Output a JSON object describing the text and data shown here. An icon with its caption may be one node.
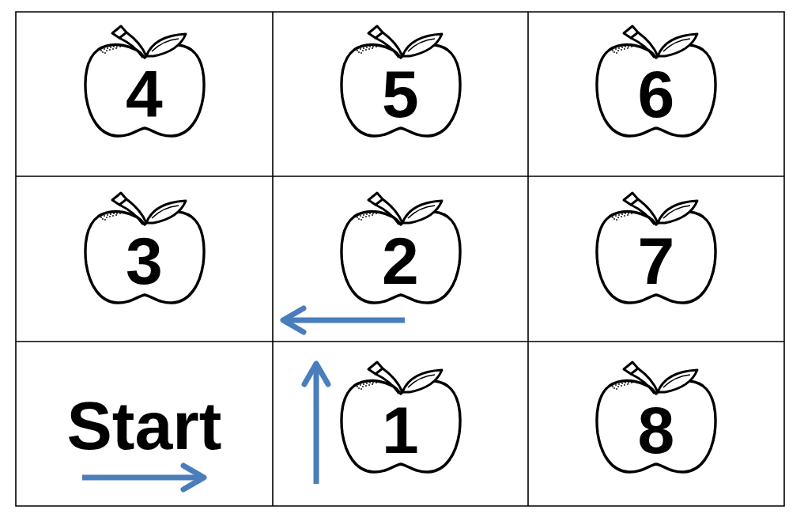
{
  "diagram": {
    "nodes": [
      {
        "text": [
          "4"
        ]
      },
      {
        "text": [
          "5"
        ]
      },
      {
        "text": [
          "6"
        ]
      },
      {
        "text": [
          "3"
        ]
      },
      {
        "text": [
          "2"
        ]
      },
      {
        "text": [
          "7"
        ]
      },
      {
        "text": [
          "1"
        ]
      },
      {
        "text": [
          "8"
        ]
      }
    ],
    "labels": [
      "Start"
    ]
  }
}
